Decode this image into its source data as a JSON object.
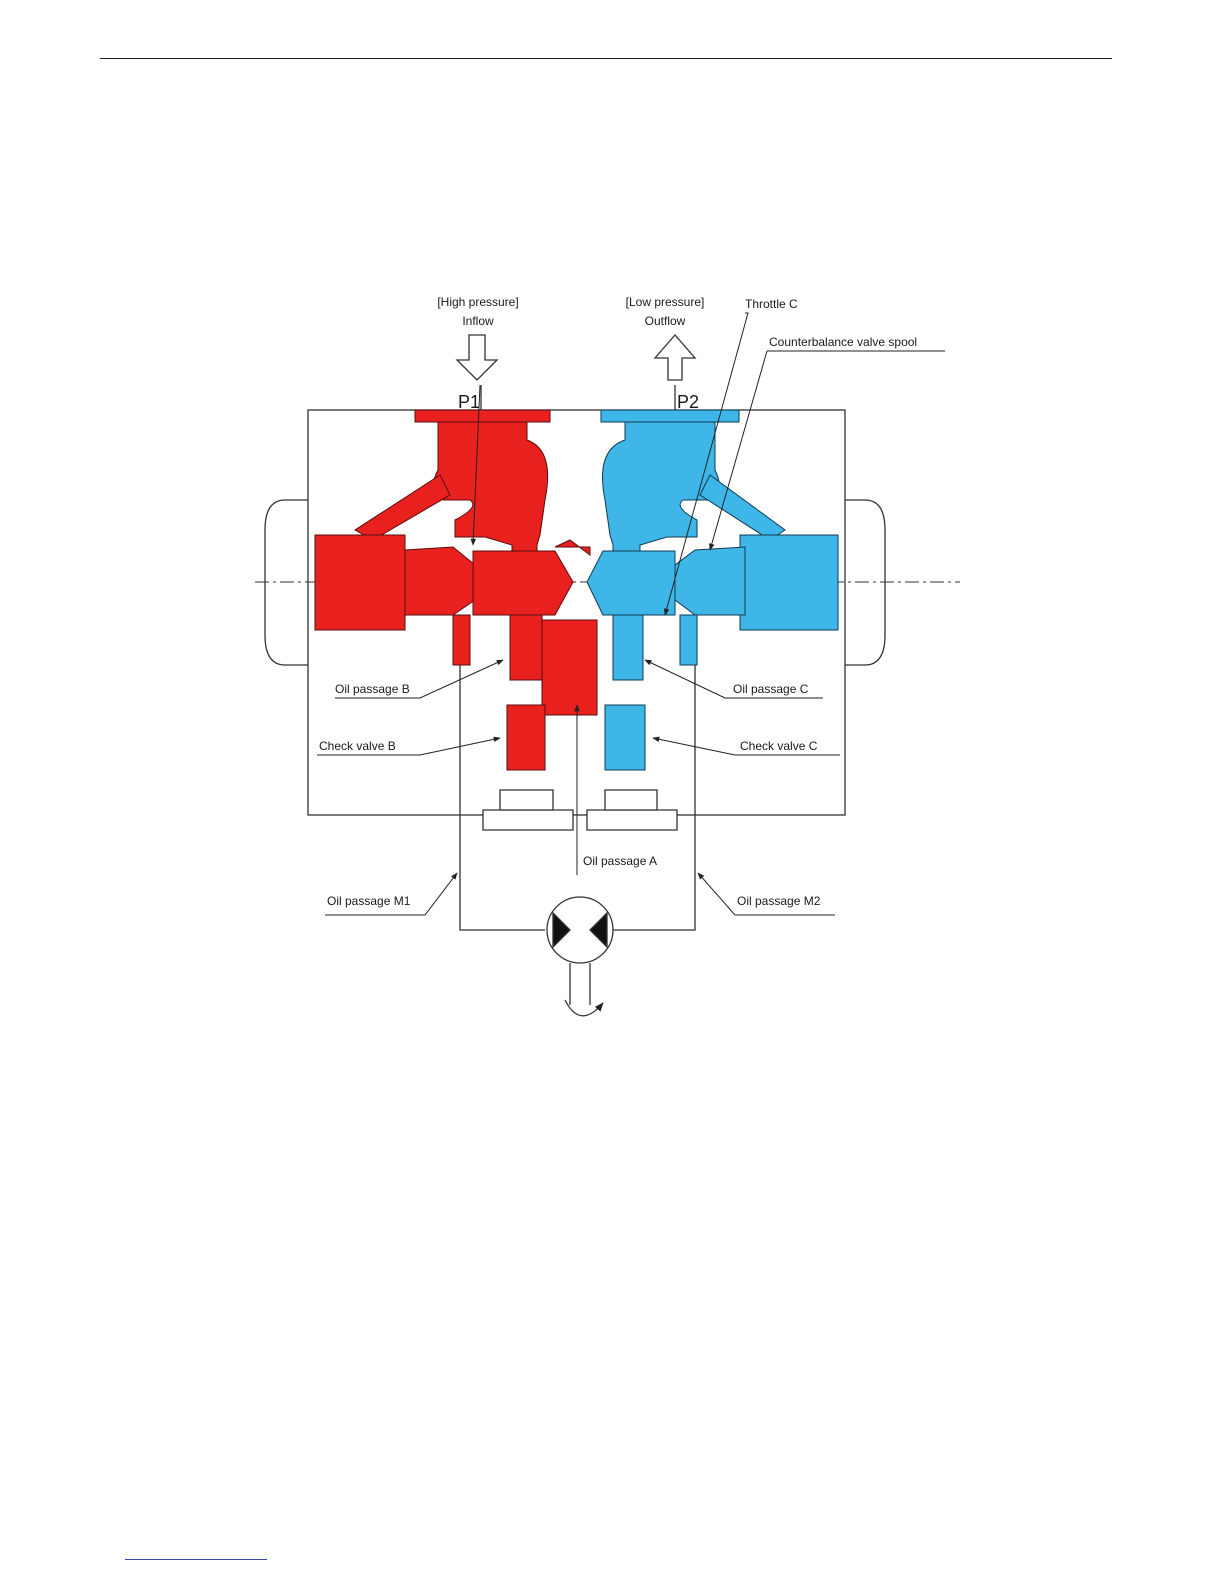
{
  "colors": {
    "high_pressure": "#e8201e",
    "low_pressure": "#3fb6e8",
    "outline": "#333333"
  },
  "diagram": {
    "inflow": {
      "line1": "[High pressure]",
      "line2": "Inflow",
      "port": "P1"
    },
    "outflow": {
      "line1": "[Low pressure]",
      "line2": "Outflow",
      "port": "P2"
    },
    "labels": {
      "throttle_c": "Throttle C",
      "counterbalance_spool": "Counterbalance valve spool",
      "oil_passage_b": "Oil passage B",
      "oil_passage_c": "Oil passage C",
      "check_valve_b": "Check valve B",
      "check_valve_c": "Check valve C",
      "oil_passage_a": "Oil passage A",
      "oil_passage_m1": "Oil passage M1",
      "oil_passage_m2": "Oil passage M2"
    }
  }
}
